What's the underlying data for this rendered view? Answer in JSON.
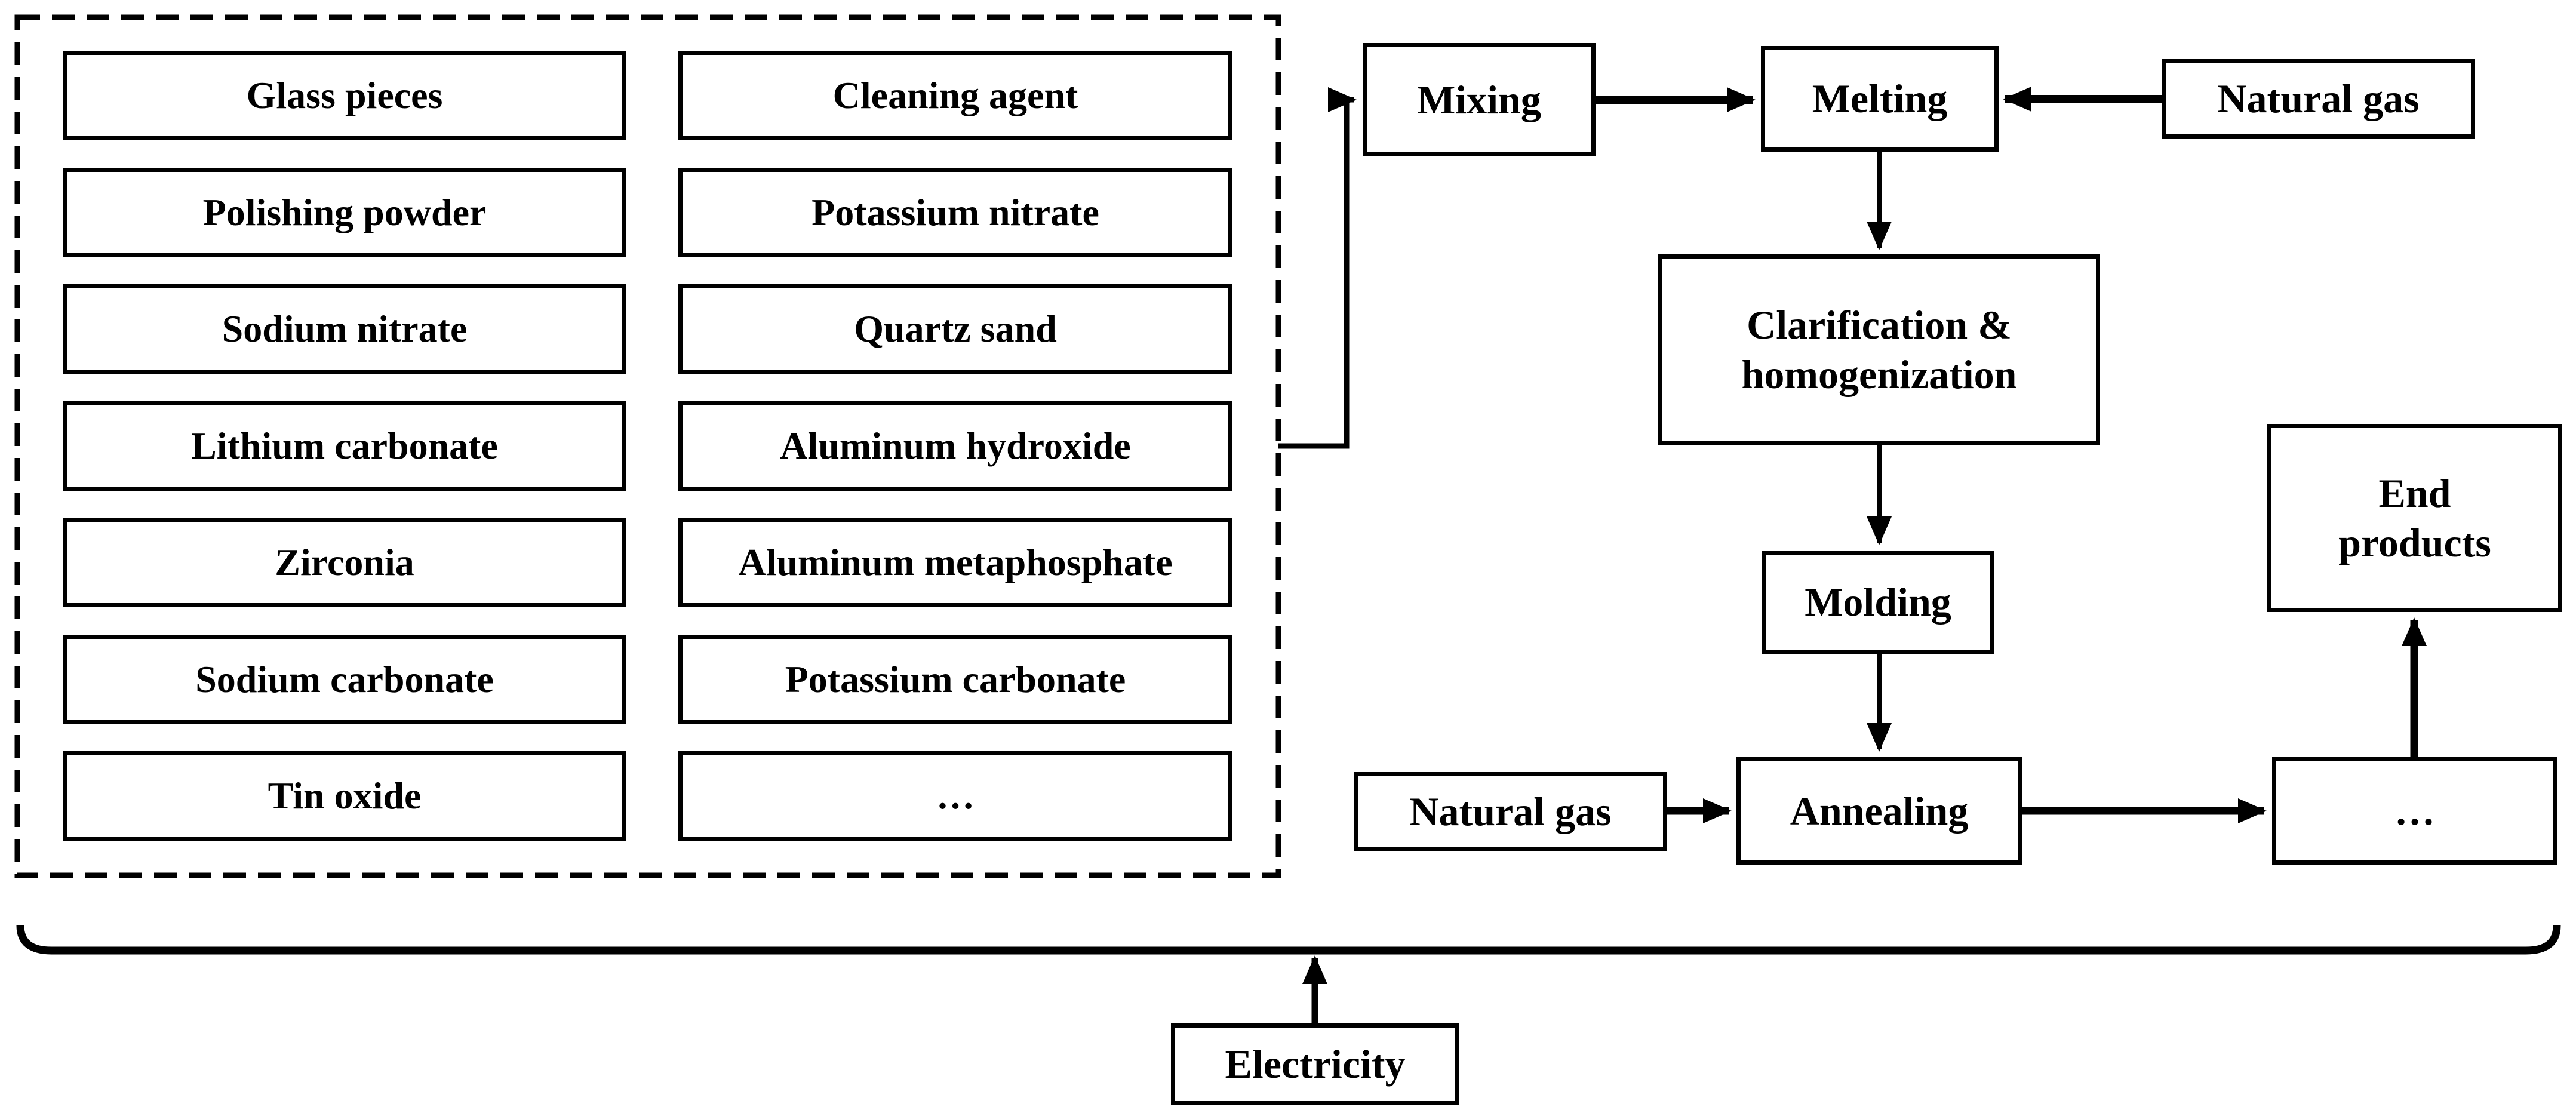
{
  "figure": {
    "title_hint": "Glass production process flow diagram",
    "colors": {
      "line": "#000000",
      "background": "#ffffff",
      "box_fill": "#ffffff"
    },
    "raw_materials": {
      "column1": [
        "Glass pieces",
        "Polishing powder",
        "Sodium nitrate",
        "Lithium carbonate",
        "Zirconia",
        "Sodium carbonate",
        "Tin oxide"
      ],
      "column2": [
        "Cleaning agent",
        "Potassium nitrate",
        "Quartz sand",
        "Aluminum hydroxide",
        "Aluminum metaphosphate",
        "Potassium carbonate",
        "…"
      ]
    },
    "process": {
      "mixing": "Mixing",
      "melting": "Melting",
      "natural_gas_top": "Natural gas",
      "clarification": "Clarification &\nhomogenization",
      "molding": "Molding",
      "natural_gas_bottom": "Natural gas",
      "annealing": "Annealing",
      "continuation": "…",
      "end_products": "End\nproducts",
      "electricity": "Electricity"
    }
  }
}
